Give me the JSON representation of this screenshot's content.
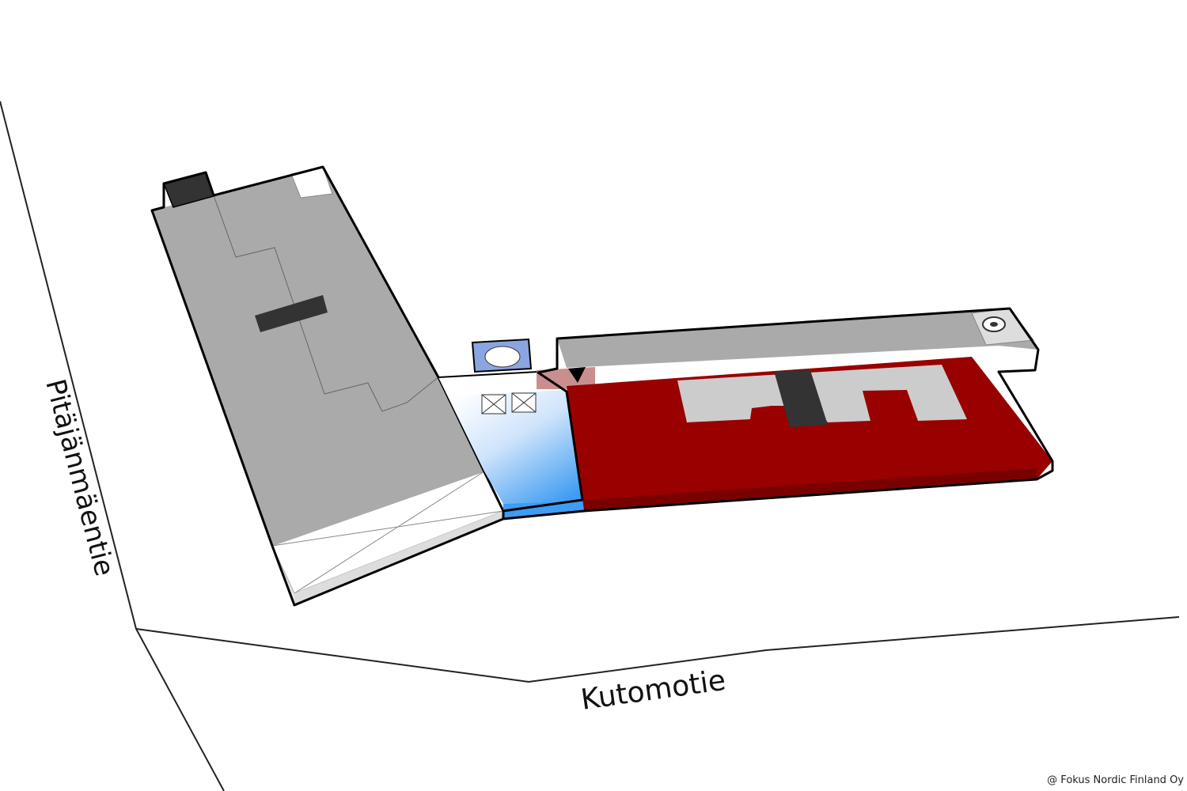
{
  "map": {
    "streets": [
      {
        "name": "Pitäjänmäentie"
      },
      {
        "name": "Kutomotie"
      }
    ],
    "copyright": "@ Fokus Nordic Finland Oy",
    "colors": {
      "background": "#ffffff",
      "roof_gray": "#aaaaaa",
      "dark_block": "#333333",
      "highlight_red": "#990000",
      "entrance_pink": "#c98f8f",
      "lobby_blue": "#3f9cf2",
      "light_gray": "#cccccc"
    },
    "icons": [
      "entrance-marker-icon",
      "elevator-icon",
      "stair-icon"
    ]
  }
}
